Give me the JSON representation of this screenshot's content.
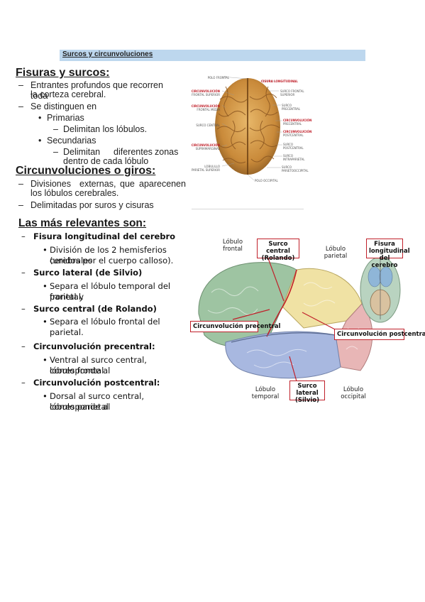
{
  "header": {
    "title": "Surcos y circunvoluciones"
  },
  "section1": {
    "title": "Fisuras y surcos:",
    "items": [
      "Entrantes profundos que recorren toda",
      "la corteza cerebral.",
      "Se distinguen en",
      "Primarias",
      "Delimitan los lóbulos.",
      "Secundarias",
      "Delimitan",
      "diferentes",
      "zonas",
      "dentro de cada lóbulo"
    ]
  },
  "section2": {
    "title": "Circunvoluciones o giros:",
    "items": [
      "Divisiones",
      "externas,",
      "que",
      "aparecen",
      "en",
      "los lóbulos cerebrales.",
      "Delimitadas por suros y cisuras"
    ]
  },
  "section3": {
    "title": "Las más relevantes son:",
    "items": {
      "fisura_title": "Fisura longitudinal del cerebro",
      "fisura_l1": "División de los 2 hemisferios cerebrales",
      "fisura_l2": "(unidos por el cuerpo calloso).",
      "silvio_title": "Surco lateral (de Silvio)",
      "silvio_l1": "Separa el lóbulo temporal del frontal y",
      "silvio_l2": "parietal.",
      "rolando_title": "Surco central (de Rolando)",
      "rolando_l1": "Separa el lóbulo frontal del parietal.",
      "pre_title": "Circunvolución precentral:",
      "pre_l1": "Ventral al surco central, corresponde al",
      "pre_l2": "lóbulo frontal",
      "post_title": "Circunvolución postcentral:",
      "post_l1": "Dorsal al surco central, corresponde al",
      "post_l2": "lóbulo parietal"
    }
  },
  "figure_top": {
    "left_labels": [
      "POLO FRONTAL",
      "CIRCUNVOLUCIÓN",
      "FRONTAL SUPERIOR",
      "CIRCUNVOLUCIÓN",
      "FRONTAL MEDIA",
      "SURCO CENTRAL",
      "CIRCUNVOLUCIÓN",
      "SUPRAMARGINAL",
      "LOBULILLO",
      "PARIETAL SUPERIOR"
    ],
    "right_labels": [
      "CISURA LONGITUDINAL",
      "SURCO FRONTAL",
      "SUPERIOR",
      "SURCO PRECENTRAL",
      "CIRCUNVOLUCIÓN",
      "PRECENTRAL",
      "CIRCUNVOLUCIÓN",
      "POSTCENTRAL",
      "SURCO",
      "POSTCENTRAL",
      "SURCO",
      "INTRAPARIETAL",
      "SURCO",
      "PARIETOOCCIPITAL",
      "POLO OCCIPITAL"
    ]
  },
  "figure_bottom": {
    "lobulo_frontal": "Lóbulo frontal",
    "surco_central": "Surco central (Rolando)",
    "lobulo_parietal": "Lóbulo parietal",
    "fisura": "Fisura longitudinal del cerebro",
    "precentral": "Circunvolución precentral",
    "postcentral": "Circunvolución postcentral",
    "lobulo_temporal": "Lóbulo temporal",
    "surco_lateral": "Surco lateral (Silvio)",
    "lobulo_occipital": "Lóbulo occipital"
  }
}
